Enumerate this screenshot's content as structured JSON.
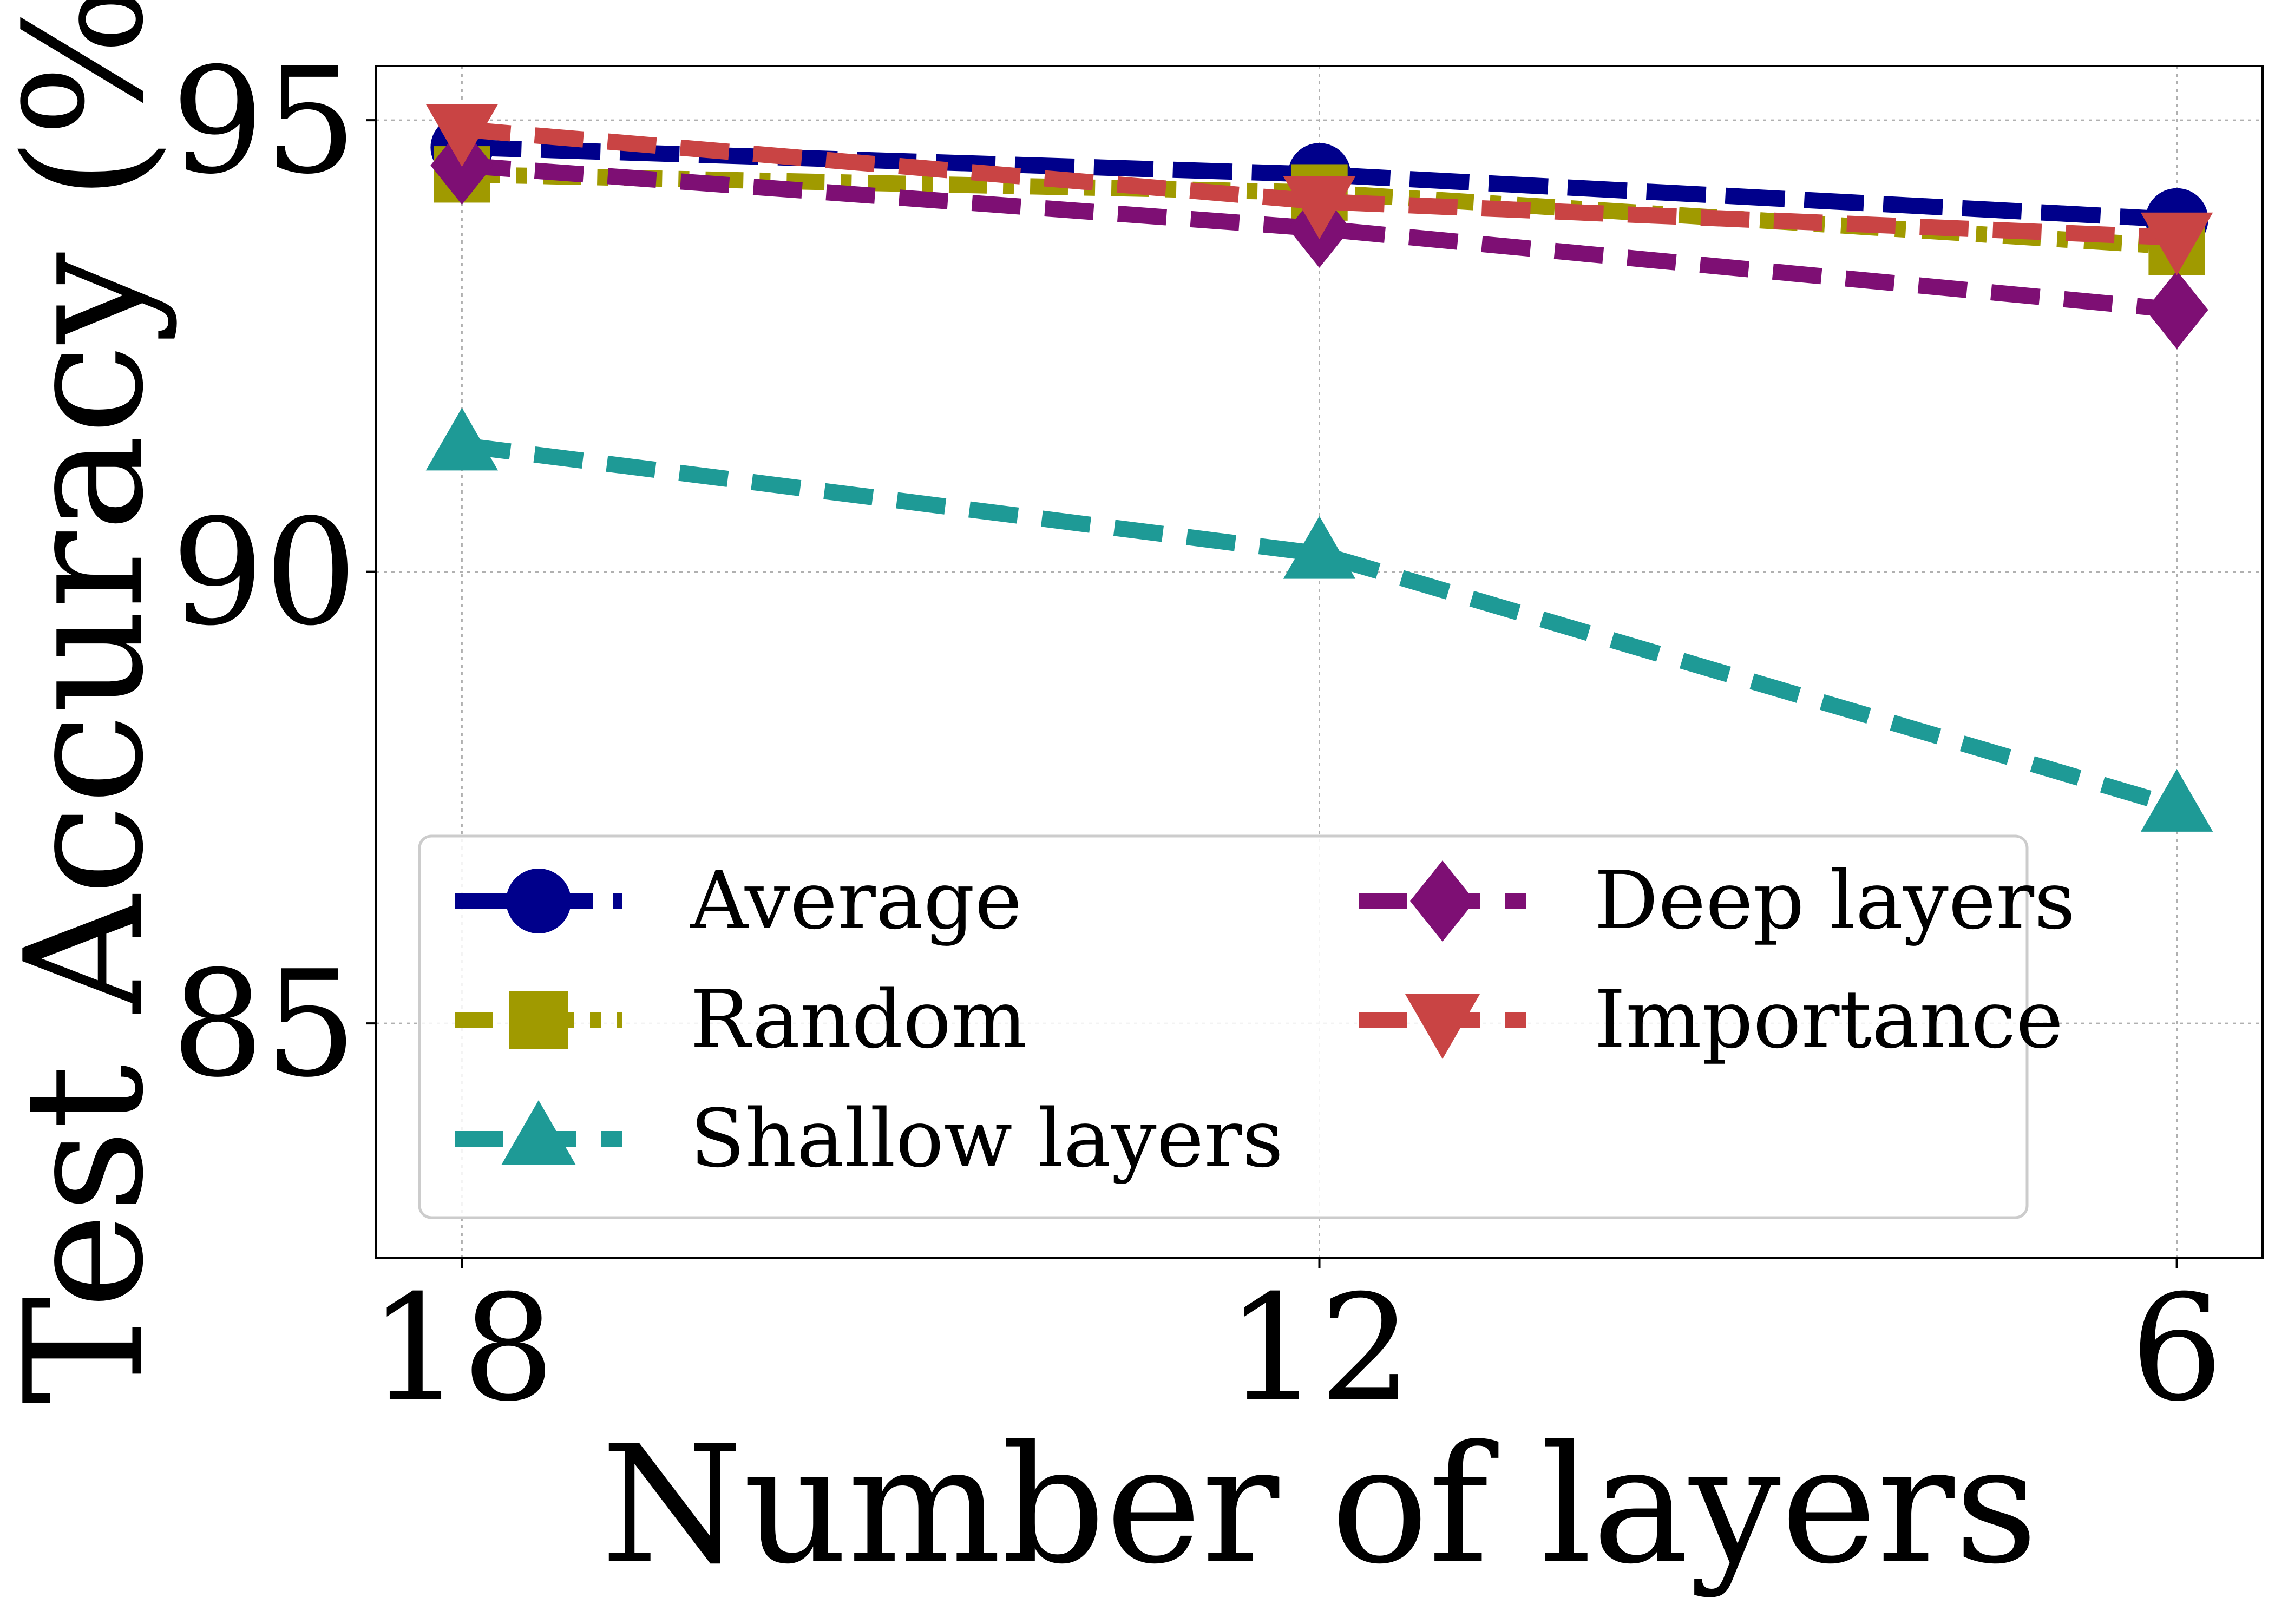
{
  "chart_data": {
    "type": "line",
    "title": "",
    "xlabel": "Number of layers",
    "ylabel": "Test Accuracy (%)",
    "categories": [
      "18",
      "12",
      "6"
    ],
    "xlim": [
      -0.1,
      2.1
    ],
    "ylim": [
      82.4,
      95.6
    ],
    "yticks": [
      85,
      90,
      95
    ],
    "grid": true,
    "legend": {
      "position": "lower-left",
      "columns": 2
    },
    "series": [
      {
        "name": "Average",
        "values": [
          94.7,
          94.4,
          93.9
        ],
        "color": "#00008b",
        "marker": "circle",
        "line_style": "long-dash"
      },
      {
        "name": "Random",
        "values": [
          94.4,
          94.2,
          93.6
        ],
        "color": "#a09a00",
        "marker": "square",
        "line_style": "dash-dot"
      },
      {
        "name": "Shallow layers",
        "values": [
          91.4,
          90.2,
          87.4
        ],
        "color": "#1e9a96",
        "marker": "triangle-up",
        "line_style": "dashed"
      },
      {
        "name": "Deep layers",
        "values": [
          94.5,
          93.8,
          92.9
        ],
        "color": "#7e0f74",
        "marker": "diamond",
        "line_style": "dashed"
      },
      {
        "name": "Importance",
        "values": [
          94.9,
          94.1,
          93.7
        ],
        "color": "#c94444",
        "marker": "triangle-down",
        "line_style": "dashed"
      }
    ]
  }
}
